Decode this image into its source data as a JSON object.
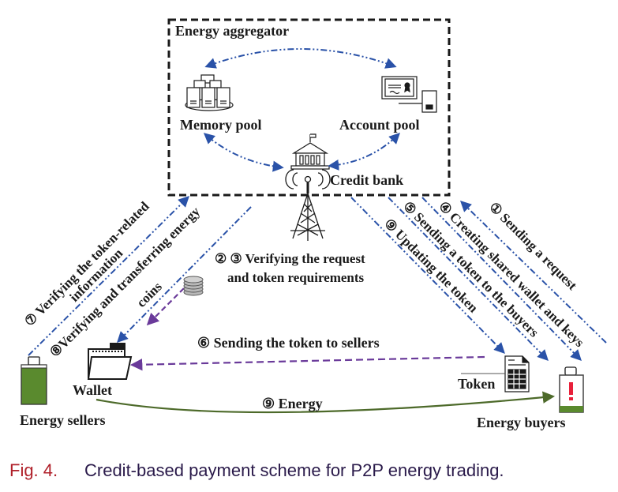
{
  "aggregator": {
    "title": "Energy aggregator",
    "memory_pool": "Memory pool",
    "account_pool": "Account pool",
    "credit_bank": "Credit bank"
  },
  "steps": {
    "s1": "① Sending a request",
    "s4": "④ Creating shared wallet and keys",
    "s5": "⑤ Sending a token to the buyers",
    "s9_update": "⑨ Updating the token",
    "s23_line1": "② ③ Verifying the request",
    "s23_line2": "and token requirements",
    "s7_line1": "⑦ Verifying the token-related",
    "s7_line2": "information",
    "s8_line1": "⑧Verifying and transferring energy",
    "s8_line2": "coins",
    "s6": "⑥ Sending the token to sellers",
    "s9_energy": "⑨ Energy"
  },
  "nodes": {
    "wallet": "Wallet",
    "token": "Token",
    "sellers": "Energy sellers",
    "buyers": "Energy buyers"
  },
  "caption": {
    "label": "Fig. 4.",
    "text": "Credit-based payment scheme for P2P energy trading."
  },
  "colors": {
    "blue_arrow": "#2a52a8",
    "purple_arrow": "#6a3a9a",
    "green_arrow": "#4d6a2a",
    "battery_green": "#5a8a2e",
    "alert_red": "#e8203a",
    "caption_label": "#b0202a",
    "caption_text": "#2a1a4a"
  }
}
